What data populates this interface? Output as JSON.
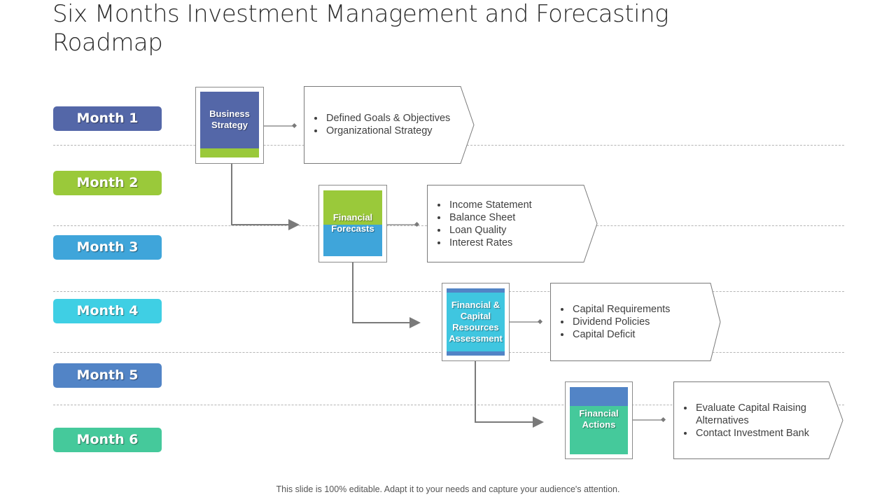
{
  "title": "Six Months Investment Management and Forecasting Roadmap",
  "months": [
    {
      "label": "Month 1",
      "color": "#5467a8"
    },
    {
      "label": "Month 2",
      "color": "#9ac93a"
    },
    {
      "label": "Month 3",
      "color": "#3fa5da"
    },
    {
      "label": "Month 4",
      "color": "#3fcfe4"
    },
    {
      "label": "Month 5",
      "color": "#5284c6"
    },
    {
      "label": "Month 6",
      "color": "#45c99b"
    }
  ],
  "stages": [
    {
      "title": "Business Strategy",
      "top_color": "#5467a8",
      "bottom_color": "#9ac93a",
      "bullets": [
        "Defined Goals & Objectives",
        "Organizational Strategy"
      ]
    },
    {
      "title": "Financial Forecasts",
      "top_color": "#9ac93a",
      "bottom_color": "#3fa5da",
      "bullets": [
        "Income Statement",
        "Balance Sheet",
        "Loan Quality",
        "Interest Rates"
      ]
    },
    {
      "title": "Financial & Capital Resources Assessment",
      "top_color": "#5284c6",
      "bottom_color": "#3fc6e0",
      "bullets": [
        "Capital Requirements",
        "Dividend Policies",
        "Capital Deficit"
      ]
    },
    {
      "title": "Financial Actions",
      "top_color": "#5284c6",
      "bottom_color": "#45c99b",
      "bullets": [
        "Evaluate Capital Raising Alternatives",
        "Contact Investment Bank"
      ]
    }
  ],
  "footer": "This slide is 100% editable. Adapt it to your needs and capture your audience's attention."
}
